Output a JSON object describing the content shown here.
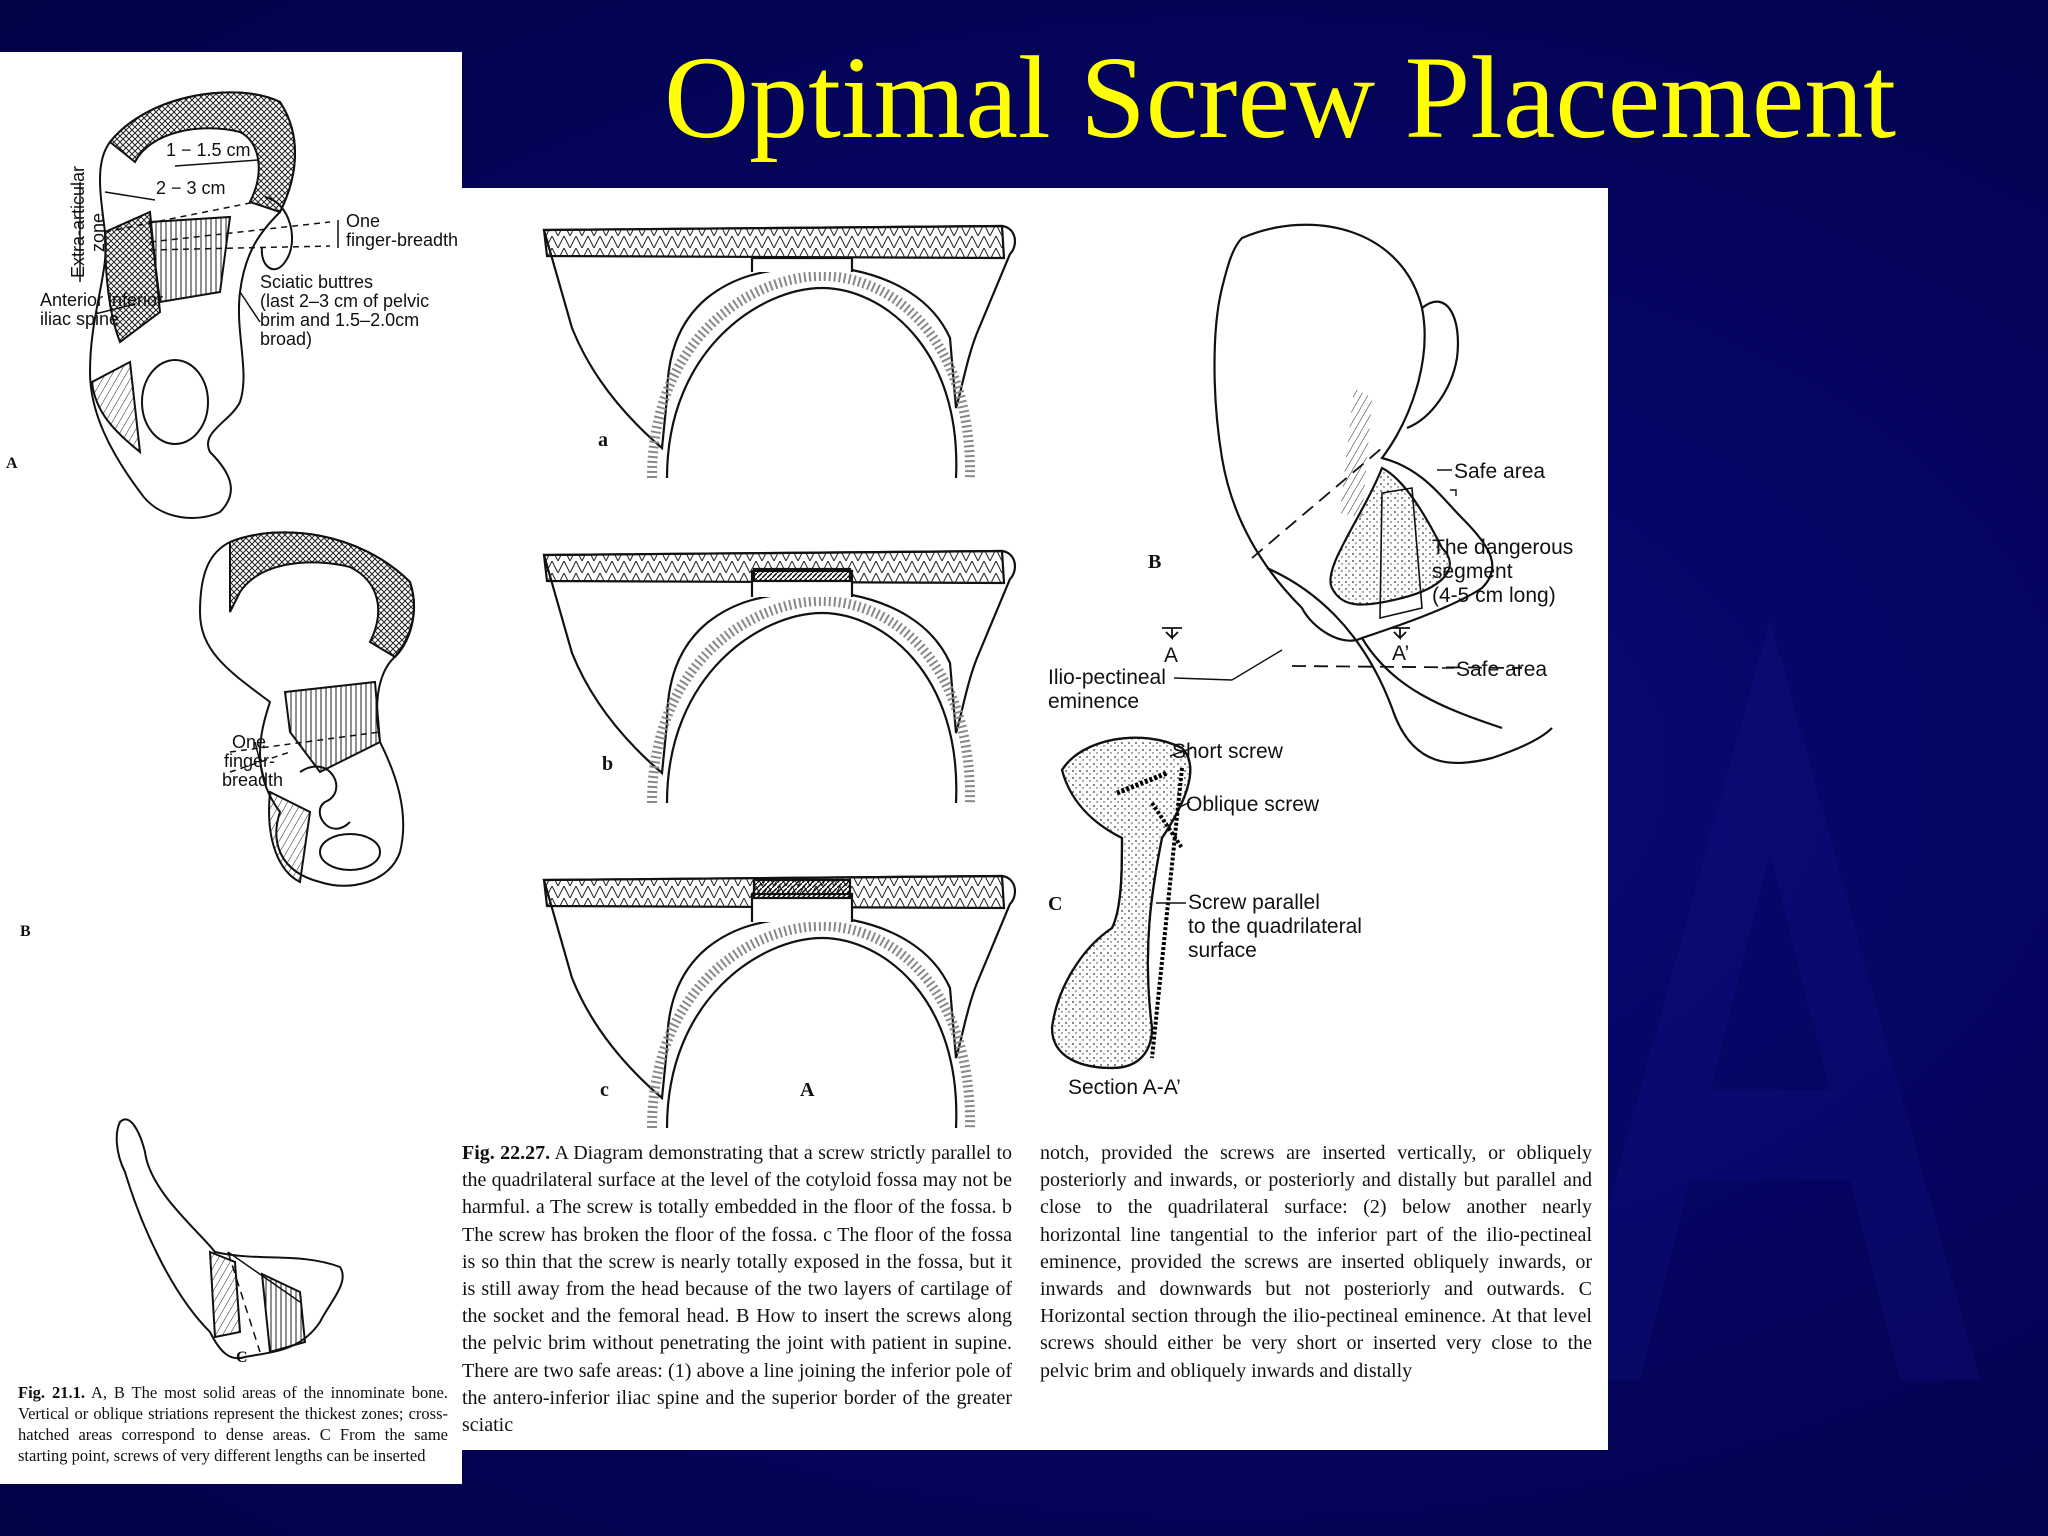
{
  "slide": {
    "title": "Optimal Screw Placement"
  },
  "left_figure": {
    "panel_a_letter": "A",
    "panel_b_letter": "B",
    "panel_c_letter": "C",
    "labels": {
      "dist_1": "1 − 1.5 cm",
      "dist_2": "2 − 3 cm",
      "zone_1": "Extra-articular",
      "zone_2": "zone",
      "finger_a_1": "One",
      "finger_a_2": "finger-breadth",
      "sciatic_1": "Sciatic buttres",
      "sciatic_2": "(last 2–3 cm of pelvic",
      "sciatic_3": "brim and 1.5–2.0cm",
      "sciatic_4": "broad)",
      "aiis_1": "Anterior inferior",
      "aiis_2": "iliac spine",
      "finger_b_1": "One",
      "finger_b_2": "finger-",
      "finger_b_3": "breadth"
    },
    "caption": {
      "fig": "Fig. 21.1.",
      "text": " A, B The most solid areas of the innominate bone. Vertical or oblique striations represent the thickest zones; cross-hatched areas correspond to dense areas. C From the same starting point, screws of very different lengths can be inserted"
    }
  },
  "main_figure": {
    "sub_a": "a",
    "sub_b": "b",
    "sub_c": "c",
    "panel_A": "A",
    "panel_B": "B",
    "panel_C": "C",
    "labels": {
      "safe_top": "Safe area",
      "danger_1": "The dangerous",
      "danger_2": "segment",
      "danger_3": "(4-5 cm long)",
      "safe_bottom": "Safe area",
      "marker_a": "A",
      "marker_a_prime": "A’",
      "ilio_1": "Ilio-pectineal",
      "ilio_2": "eminence",
      "short_screw": "Short screw",
      "oblique_screw": "Oblique screw",
      "parallel_1": "Screw parallel",
      "parallel_2": "to the quadrilateral",
      "parallel_3": "surface",
      "section": "Section A-A’"
    },
    "caption_col1": {
      "fig": "Fig. 22.27.",
      "text": " A Diagram demonstrating that a screw strictly parallel to the quadrilateral surface at the level of the cotyloid fossa may not be harmful. a The screw is totally embedded in the floor of the fossa. b The screw has broken the floor of the fossa. c The floor of the fossa is so thin that the screw is nearly totally exposed in the fossa, but it is still away from the head because of the two layers of cartilage of the socket and the femoral head. B How to insert the screws along the pelvic brim without penetrating the joint with patient in supine. There are two safe areas: (1) above a line joining the inferior pole of the antero-inferior iliac spine and the superior border of the greater sciatic"
    },
    "caption_col2": {
      "text": "notch, provided the screws are inserted vertically, or obliquely posteriorly and inwards, or posteriorly and distally but parallel and close to the quadrilateral surface: (2) below another nearly horizontal line tangential to the inferior part of the ilio-pectineal eminence, provided the screws are inserted obliquely inwards, or inwards and downwards but not posteriorly and outwards. C Horizontal section through the ilio-pectineal eminence. At that level screws should either be very short or inserted very close to the pelvic brim and obliquely inwards and distally"
    }
  }
}
